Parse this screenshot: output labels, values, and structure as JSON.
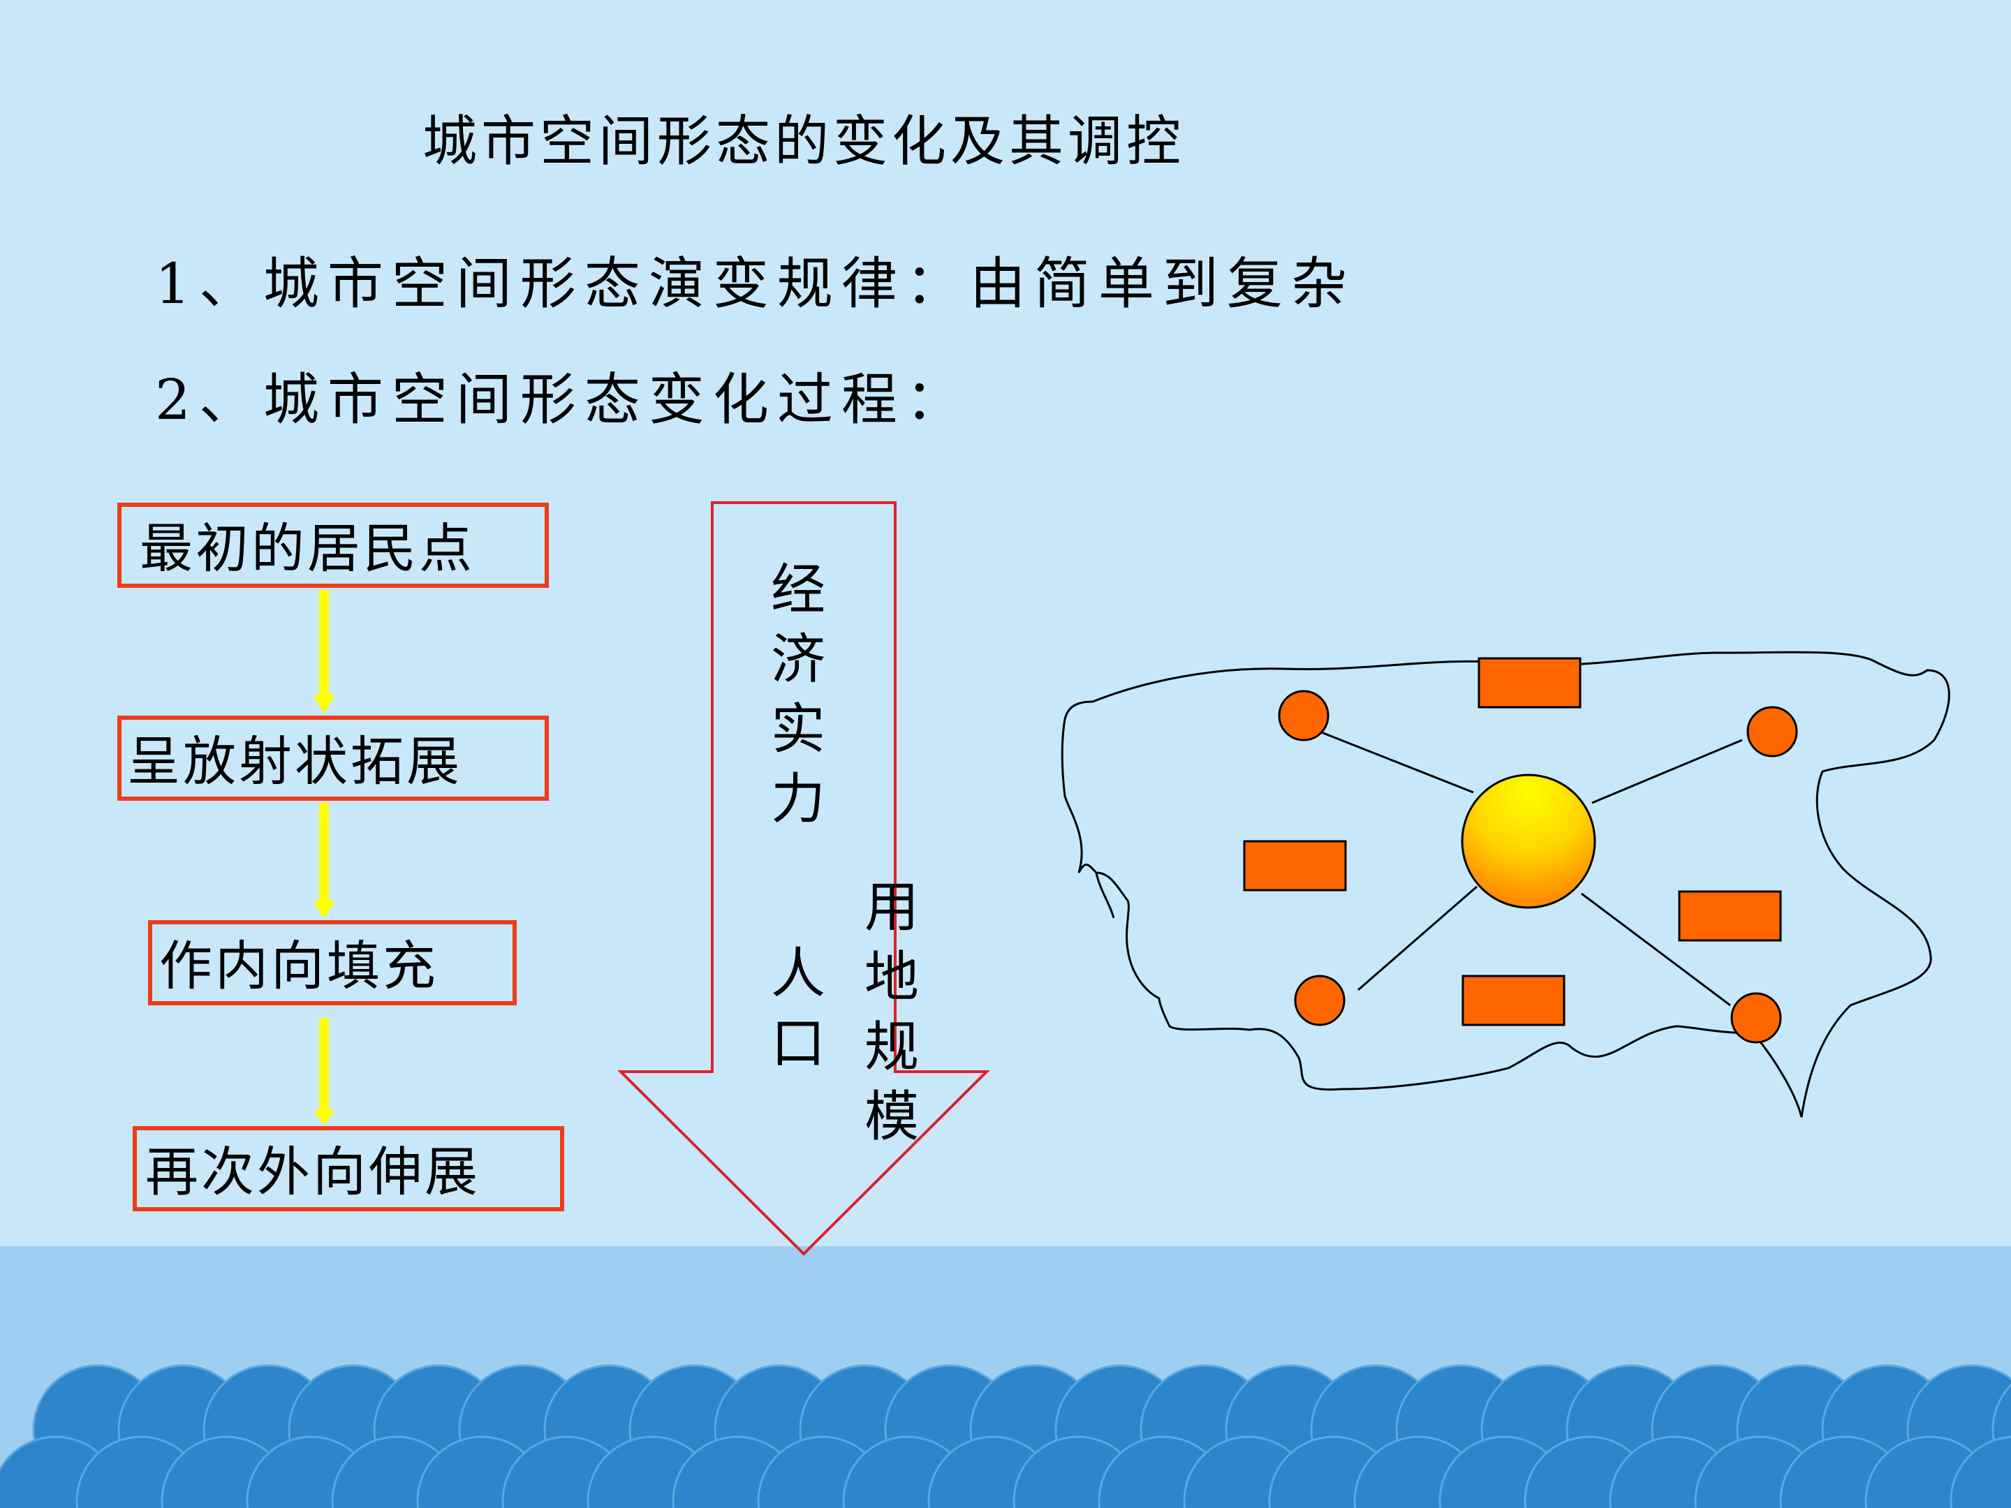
{
  "title": "城市空间形态的变化及其调控",
  "points": [
    "1、城市空间形态演变规律：由简单到复杂",
    "2、城市空间形态变化过程："
  ],
  "stages": [
    "最初的居民点",
    "呈放射状拓展",
    "作内向填充",
    "再次外向伸展"
  ],
  "arrow_labels": {
    "economy": "经济实力",
    "population": "人口",
    "land_scale": "用地规模"
  },
  "colors": {
    "background": "#c8e8fa",
    "box_border": "#ee3b1a",
    "flow_arrow": "#ffff00",
    "big_arrow": "#e0202a",
    "orange": "#ff6600",
    "wave": "#2d86cc"
  }
}
